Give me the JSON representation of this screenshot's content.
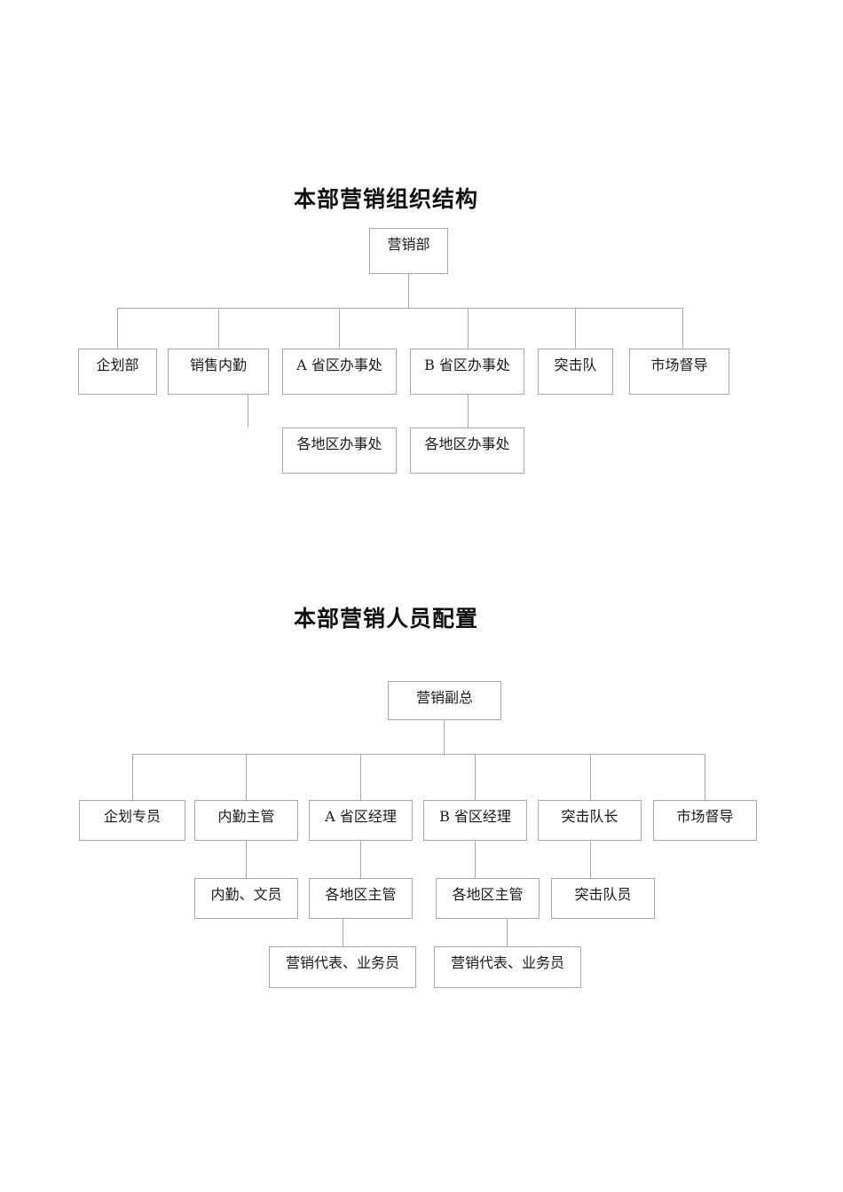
{
  "document": {
    "background_color": "#ffffff",
    "border_color": "#a8a8a8",
    "text_color": "#1a1a1a"
  },
  "charts": [
    {
      "id": "org",
      "title": "本部营销组织结构",
      "root": {
        "label": "营销部"
      },
      "level1": [
        {
          "label": "企划部"
        },
        {
          "label": "销售内勤"
        },
        {
          "label": "A 省区办事处"
        },
        {
          "label": "B 省区办事处"
        },
        {
          "label": "突击队"
        },
        {
          "label": "市场督导"
        }
      ],
      "level2": [
        {
          "label": "各地区办事处",
          "parent": "A 省区办事处"
        },
        {
          "label": "各地区办事处",
          "parent": "B 省区办事处"
        }
      ]
    },
    {
      "id": "staff",
      "title": "本部营销人员配置",
      "root": {
        "label": "营销副总"
      },
      "level1": [
        {
          "label": "企划专员"
        },
        {
          "label": "内勤主管"
        },
        {
          "label": "A 省区经理"
        },
        {
          "label": "B 省区经理"
        },
        {
          "label": "突击队长"
        },
        {
          "label": "市场督导"
        }
      ],
      "level2": [
        {
          "label": "内勤、文员",
          "parent": "内勤主管"
        },
        {
          "label": "各地区主管",
          "parent": "A 省区经理"
        },
        {
          "label": "各地区主管",
          "parent": "B 省区经理"
        },
        {
          "label": "突击队员",
          "parent": "突击队长"
        }
      ],
      "level3": [
        {
          "label": "营销代表、业务员",
          "parent": "各地区主管 (A)"
        },
        {
          "label": "营销代表、业务员",
          "parent": "各地区主管 (B)"
        }
      ]
    }
  ]
}
